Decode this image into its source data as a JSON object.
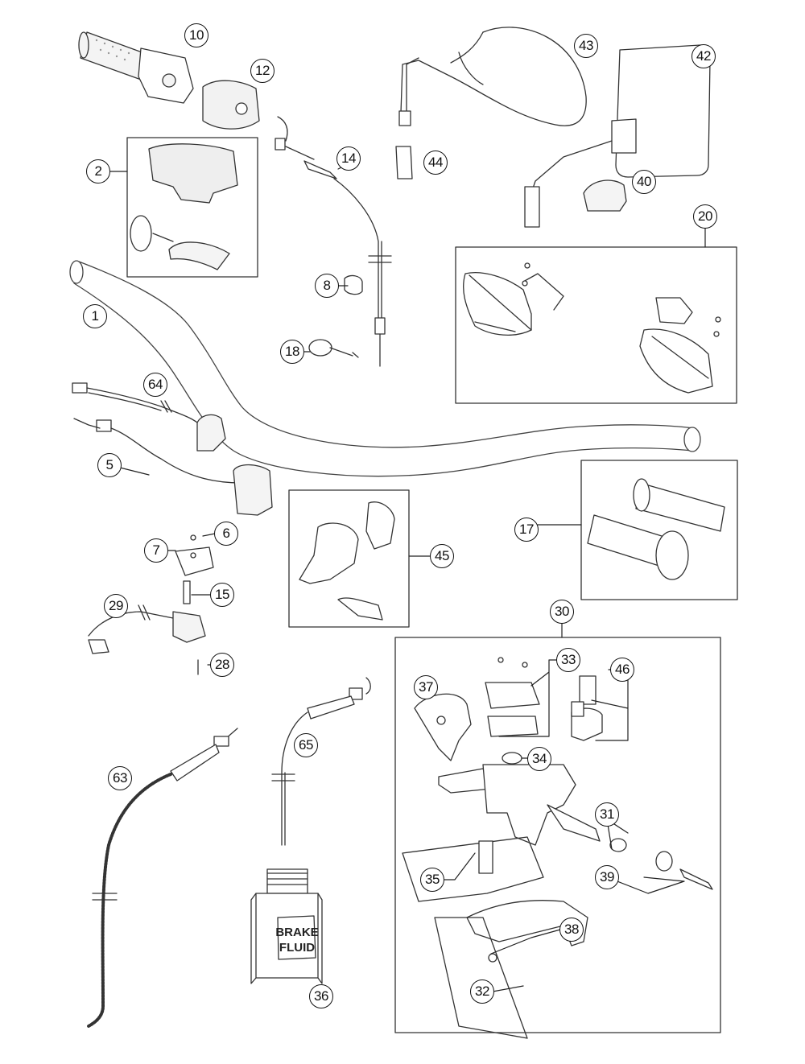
{
  "diagram": {
    "callouts": [
      {
        "id": "c1",
        "label": "1"
      },
      {
        "id": "c2",
        "label": "2"
      },
      {
        "id": "c5",
        "label": "5"
      },
      {
        "id": "c6",
        "label": "6"
      },
      {
        "id": "c7",
        "label": "7"
      },
      {
        "id": "c8",
        "label": "8"
      },
      {
        "id": "c10",
        "label": "10"
      },
      {
        "id": "c12",
        "label": "12"
      },
      {
        "id": "c14",
        "label": "14"
      },
      {
        "id": "c15",
        "label": "15"
      },
      {
        "id": "c17",
        "label": "17"
      },
      {
        "id": "c18",
        "label": "18"
      },
      {
        "id": "c20",
        "label": "20"
      },
      {
        "id": "c28",
        "label": "28"
      },
      {
        "id": "c29",
        "label": "29"
      },
      {
        "id": "c30",
        "label": "30"
      },
      {
        "id": "c31",
        "label": "31"
      },
      {
        "id": "c32",
        "label": "32"
      },
      {
        "id": "c33",
        "label": "33"
      },
      {
        "id": "c34",
        "label": "34"
      },
      {
        "id": "c35",
        "label": "35"
      },
      {
        "id": "c36",
        "label": "36"
      },
      {
        "id": "c37",
        "label": "37"
      },
      {
        "id": "c38",
        "label": "38"
      },
      {
        "id": "c39",
        "label": "39"
      },
      {
        "id": "c40",
        "label": "40"
      },
      {
        "id": "c42",
        "label": "42"
      },
      {
        "id": "c43",
        "label": "43"
      },
      {
        "id": "c44",
        "label": "44"
      },
      {
        "id": "c45",
        "label": "45"
      },
      {
        "id": "c46",
        "label": "46"
      },
      {
        "id": "c63",
        "label": "63"
      },
      {
        "id": "c64",
        "label": "64"
      },
      {
        "id": "c65",
        "label": "65"
      }
    ],
    "bottle_label_line1": "BRAKE",
    "bottle_label_line2": "FLUID"
  }
}
